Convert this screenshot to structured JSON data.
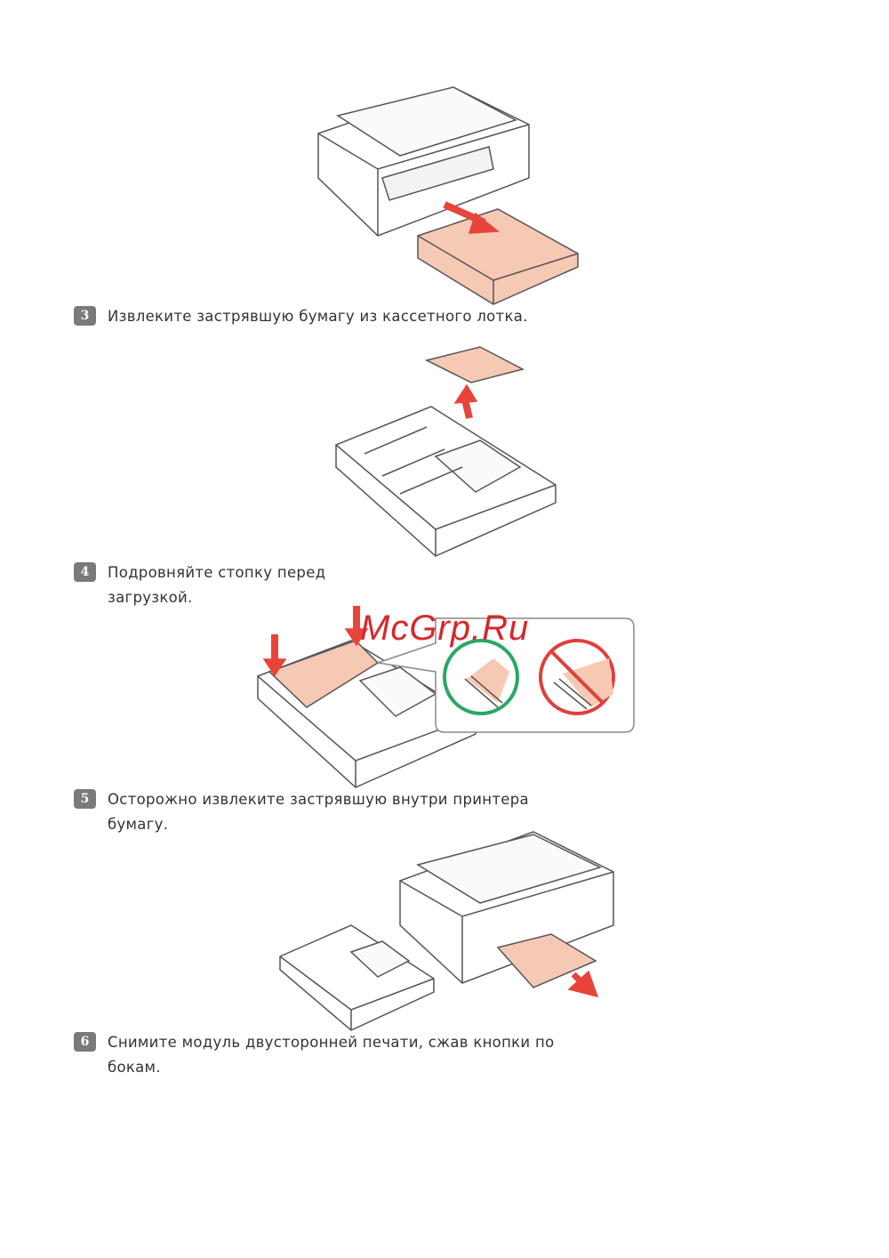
{
  "steps": [
    {
      "number": "3",
      "text": "Извлеките застрявшую бумагу из кассетного лотка."
    },
    {
      "number": "4",
      "text": "Подровняйте стопку перед загрузкой."
    },
    {
      "number": "5",
      "text": "Осторожно извлеките застрявшую внутри принтера бумагу."
    },
    {
      "number": "6",
      "text": "Снимите модуль двусторонней печати, сжав кнопки по бокам."
    }
  ],
  "watermark": "McGrp.Ru",
  "colors": {
    "arrow": "#e8443a",
    "paper": "#f6c9b4",
    "ok": "#2aa765",
    "no": "#e0403a",
    "badge": "#7a7a7a"
  }
}
